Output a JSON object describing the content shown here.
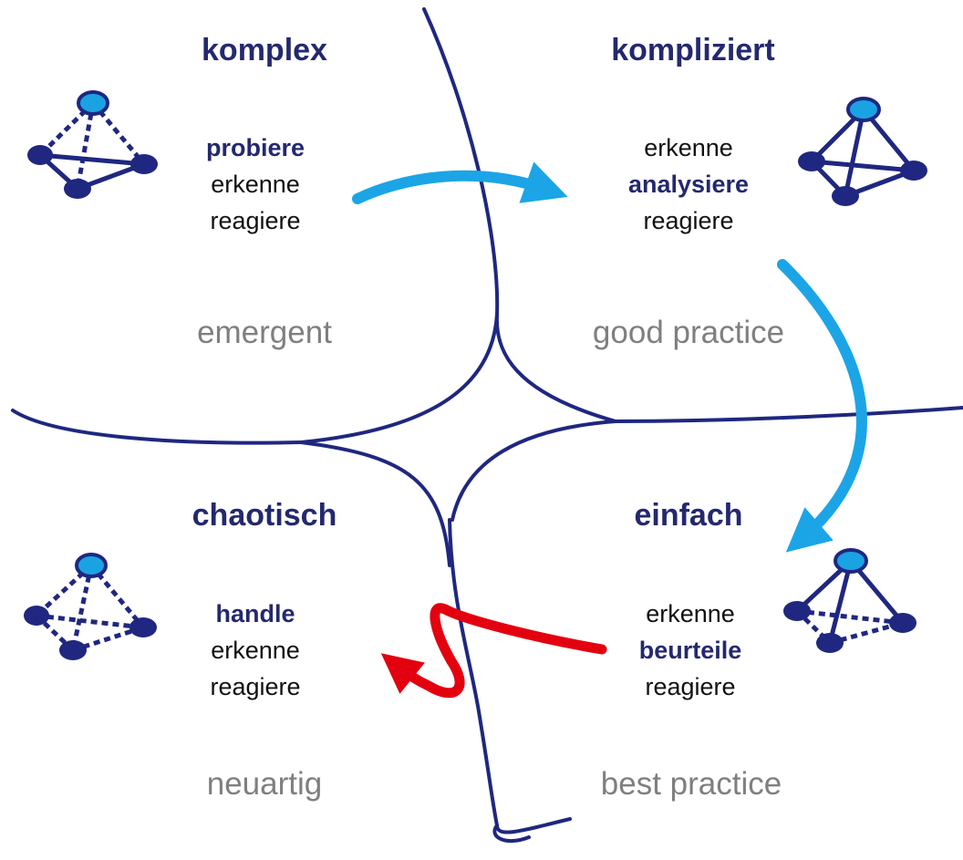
{
  "colors": {
    "line": "#1f2780",
    "accent_blue": "#1ba5e6",
    "accent_red": "#e3000f",
    "title": "#24286e",
    "practice": "#7f7f7f",
    "node_fill": "#1f2780",
    "node_highlight": "#1aa3e3"
  },
  "quadrants": {
    "complex": {
      "title": "komplex",
      "verbs": [
        "probiere",
        "erkenne",
        "reagiere"
      ],
      "emphasized_verb": "probiere",
      "practice": "emergent",
      "icon": "network-pyramid-icon"
    },
    "complicated": {
      "title": "kompliziert",
      "verbs": [
        "erkenne",
        "analysiere",
        "reagiere"
      ],
      "emphasized_verb": "analysiere",
      "practice": "good practice",
      "icon": "network-pyramid-icon"
    },
    "chaotic": {
      "title": "chaotisch",
      "verbs": [
        "handle",
        "erkenne",
        "reagiere"
      ],
      "emphasized_verb": "handle",
      "practice": "neuartig",
      "icon": "network-pyramid-icon"
    },
    "simple": {
      "title": "einfach",
      "verbs": [
        "erkenne",
        "beurteile",
        "reagiere"
      ],
      "emphasized_verb": "beurteile",
      "practice": "best practice",
      "icon": "network-pyramid-icon"
    }
  },
  "transitions": [
    {
      "from": "komplex",
      "to": "kompliziert",
      "color": "#1ba5e6"
    },
    {
      "from": "kompliziert",
      "to": "einfach",
      "color": "#1ba5e6"
    },
    {
      "from": "einfach",
      "to": "chaotisch",
      "color": "#e3000f"
    }
  ]
}
